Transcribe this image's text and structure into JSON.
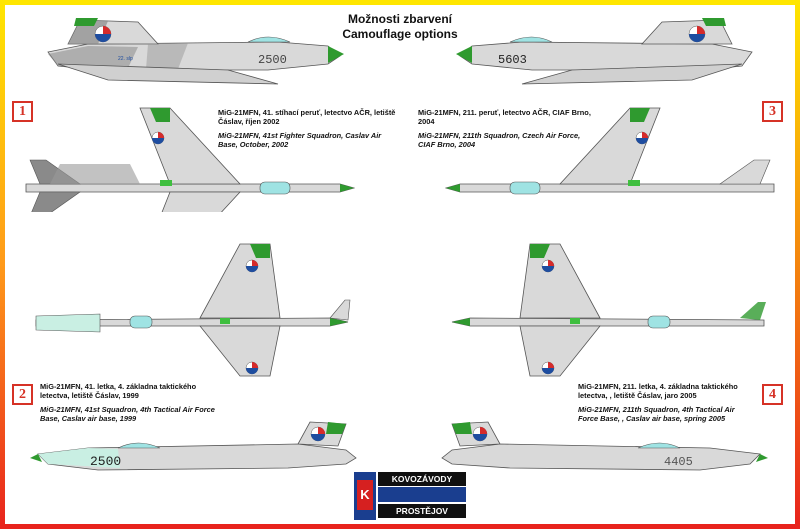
{
  "heading": {
    "title_cz": "Možnosti zbarvení",
    "title_en": "Camouflage options"
  },
  "options": [
    {
      "number": "1",
      "caption_cz": "MiG-21MFN, 41. stíhací peruť, letectvo AČR, letiště Čáslav, říjen 2002",
      "caption_en": "MiG-21MFN, 41st Fighter Squadron, Caslav Air Base, October, 2002",
      "side_serial": "2500",
      "tail_text": "22. slp"
    },
    {
      "number": "2",
      "caption_cz": "MiG-21MFN, 41. letka, 4. základna taktického letectva, letiště Čáslav, 1999",
      "caption_en": "MiG-21MFN, 41st Squadron, 4th Tactical Air Force Base, Caslav air base, 1999",
      "side_serial": "2500"
    },
    {
      "number": "3",
      "caption_cz": "MiG-21MFN, 211. peruť, letectvo AČR, CIAF Brno, 2004",
      "caption_en": "MiG-21MFN, 211th Squadron, Czech Air Force, CIAF Brno, 2004",
      "side_serial": "5603"
    },
    {
      "number": "4",
      "caption_cz": "MiG-21MFN, 211. letka, 4. základna taktického letectva, , letiště Čáslav, jaro 2005",
      "caption_en": "MiG-21MFN, 211th Squadron, 4th Tactical Air Force Base, , Caslav air base, spring 2005",
      "side_serial": "4405"
    }
  ],
  "logo": {
    "line1": "KOVOZÁVODY",
    "line2": "PROSTĚJOV",
    "mark": "K"
  },
  "colors": {
    "frame_top": "#ffe600",
    "frame_bottom": "#e8231d",
    "frame_left": "#ffe600",
    "frame_right": "#e8231d",
    "airframe": "#d9d9d9",
    "nose_green": "#2f9a2f",
    "panel_green": "#3fbf3f",
    "canopy": "#9fe3e3",
    "roundel_blue": "#1e4da0",
    "roundel_red": "#d62b2b",
    "camo_dark": "#7a7a7a",
    "nose_light_green": "#c9efe3"
  }
}
